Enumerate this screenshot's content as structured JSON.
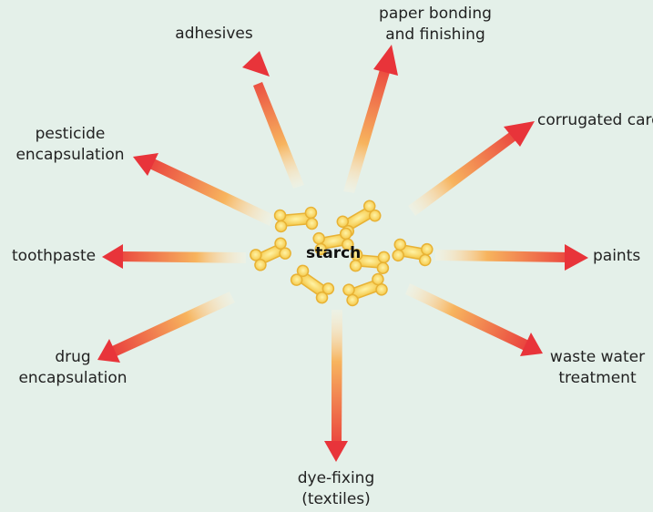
{
  "diagram": {
    "center_label": "starch",
    "uses": [
      {
        "id": "adhesives",
        "lines": [
          "adhesives"
        ]
      },
      {
        "id": "paper",
        "lines": [
          "paper bonding",
          "and finishing"
        ]
      },
      {
        "id": "corrugated",
        "lines": [
          "corrugated card"
        ]
      },
      {
        "id": "pesticide",
        "lines": [
          "pesticide",
          "encapsulation"
        ]
      },
      {
        "id": "toothpaste",
        "lines": [
          "toothpaste"
        ]
      },
      {
        "id": "paints",
        "lines": [
          "paints"
        ]
      },
      {
        "id": "drug",
        "lines": [
          "drug",
          "encapsulation"
        ]
      },
      {
        "id": "waste",
        "lines": [
          "waste water",
          "treatment"
        ]
      },
      {
        "id": "dye",
        "lines": [
          "dye-fixing",
          "(textiles)"
        ]
      }
    ]
  }
}
